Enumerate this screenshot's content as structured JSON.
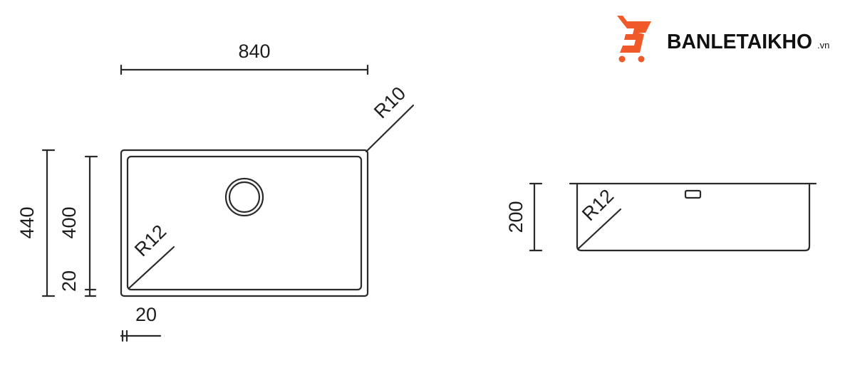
{
  "colors": {
    "line": "#2a2a2a",
    "brand_accent": "#f05a28",
    "text": "#111111"
  },
  "logo": {
    "name": "BANLETAIKHO",
    "suffix": ".vn"
  },
  "top_view": {
    "width_label": "840",
    "outer_height_label": "440",
    "inner_height_label": "400",
    "rim_vertical_label": "20",
    "rim_horizontal_label": "20",
    "outer_radius_label": "R10",
    "inner_radius_label": "R12"
  },
  "side_view": {
    "depth_label": "200",
    "radius_label": "R12"
  }
}
